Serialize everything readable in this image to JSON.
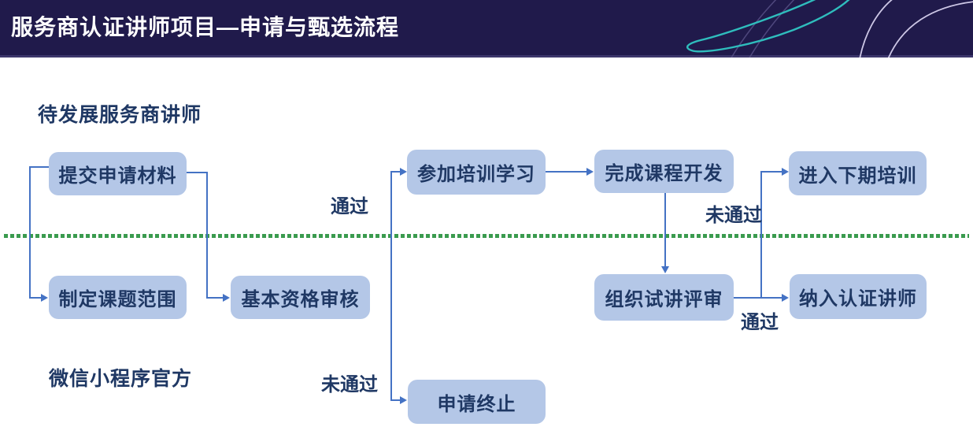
{
  "header": {
    "title": "服务商认证讲师项目—申请与甄选流程"
  },
  "lanes": [
    {
      "label": "待发展服务商讲师"
    },
    {
      "label": "微信小程序官方"
    }
  ],
  "flow": {
    "nodes": {
      "submit": {
        "label": "提交申请材料"
      },
      "scope": {
        "label": "制定课题范围"
      },
      "qualification": {
        "label": "基本资格审核"
      },
      "training": {
        "label": "参加培训学习"
      },
      "course": {
        "label": "完成课程开发"
      },
      "next_training": {
        "label": "进入下期培训"
      },
      "trial": {
        "label": "组织试讲评审"
      },
      "certified": {
        "label": "纳入认证讲师"
      },
      "terminated": {
        "label": "申请终止"
      }
    },
    "edge_labels": {
      "pass_review": "通过",
      "fail_review": "未通过",
      "fail_trial": "未通过",
      "pass_trial": "通过"
    },
    "divider_style": "dotted"
  },
  "colors": {
    "header_bg": "#201a4b",
    "title_color": "#ffffff",
    "box_fill": "#b4c7e7",
    "box_text": "#1f3864",
    "arrow_blue": "#4472c4",
    "divider_green": "#3a9b4e",
    "teal_curve": "#2fbdbd",
    "lavender_bright": "#cdc7e6",
    "lavender_faint": "#575086"
  }
}
